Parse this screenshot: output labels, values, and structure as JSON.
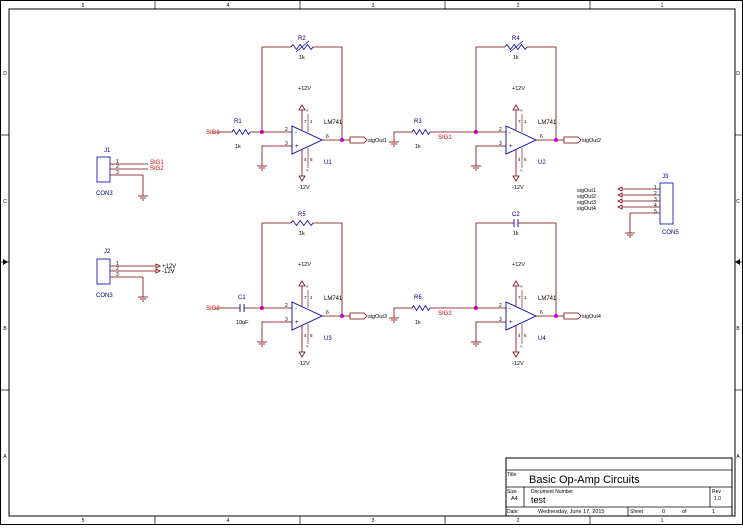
{
  "border": {
    "col_numbers": [
      "5",
      "4",
      "3",
      "2",
      "1"
    ],
    "row_letters": [
      "D",
      "C",
      "B",
      "A"
    ]
  },
  "opamps": [
    {
      "ref": "U1",
      "part": "LM741",
      "vpos": "+12V",
      "vneg": "-12V",
      "in_net": "SIG1",
      "out_net": "sigOut1",
      "fb_ref": "R2",
      "fb_val": "1k",
      "in_ref": "R1",
      "in_val": "1k"
    },
    {
      "ref": "U2",
      "part": "LM741",
      "vpos": "+12V",
      "vneg": "-12V",
      "in_net": "SIG1",
      "out_net": "sigOut2",
      "fb_ref": "R4",
      "fb_val": "1k",
      "in_ref": "R3",
      "in_val": "1k"
    },
    {
      "ref": "U3",
      "part": "LM741",
      "vpos": "+12V",
      "vneg": "-12V",
      "in_net": "SIG2",
      "out_net": "sigOut3",
      "fb_ref": "R5",
      "fb_val": "1k",
      "in_ref": "C1",
      "in_val": "10uF"
    },
    {
      "ref": "U4",
      "part": "LM741",
      "vpos": "+12V",
      "vneg": "-12V",
      "in_net": "SIG2",
      "out_net": "sigOut4",
      "fb_ref": "C2",
      "fb_val": "1k",
      "in_ref": "R6",
      "in_val": "1k"
    }
  ],
  "pins": {
    "inv": "2",
    "noninv": "3",
    "out": "6",
    "vp": "7",
    "vn": "4",
    "n1": "1",
    "n5": "5"
  },
  "connectors": [
    {
      "ref": "J1",
      "part": "CON3",
      "pins": [
        "1",
        "2",
        "3"
      ],
      "nets": [
        "SIG1",
        "SIG2"
      ]
    },
    {
      "ref": "J2",
      "part": "CON3",
      "pins": [
        "1",
        "2",
        "3"
      ],
      "nets": [
        "+12V",
        "-12V"
      ]
    },
    {
      "ref": "J3",
      "part": "CON5",
      "pins": [
        "1",
        "2",
        "3",
        "4",
        "5"
      ],
      "nets": [
        "sigOut1",
        "sigOut2",
        "sigOut3",
        "sigOut4"
      ]
    }
  ],
  "title_block": {
    "title_label": "Title",
    "title": "Basic Op-Amp Circuits",
    "size_label": "Size",
    "size": "A4",
    "docnum_label": "Document  Number",
    "docnum": "test",
    "rev_label": "Rev",
    "rev": "1.0",
    "date_label": "Date:",
    "date": "Wednesday, June 17, 2015",
    "sheet_label": "Sheet",
    "sheet": "0",
    "of_label": "of",
    "of": "1"
  },
  "colors": {
    "wire": "#7a0000",
    "net_label": "#cc0000",
    "junction": "#cc00cc",
    "component": "#0000aa",
    "ref_text": "#000080",
    "border": "#000000"
  }
}
